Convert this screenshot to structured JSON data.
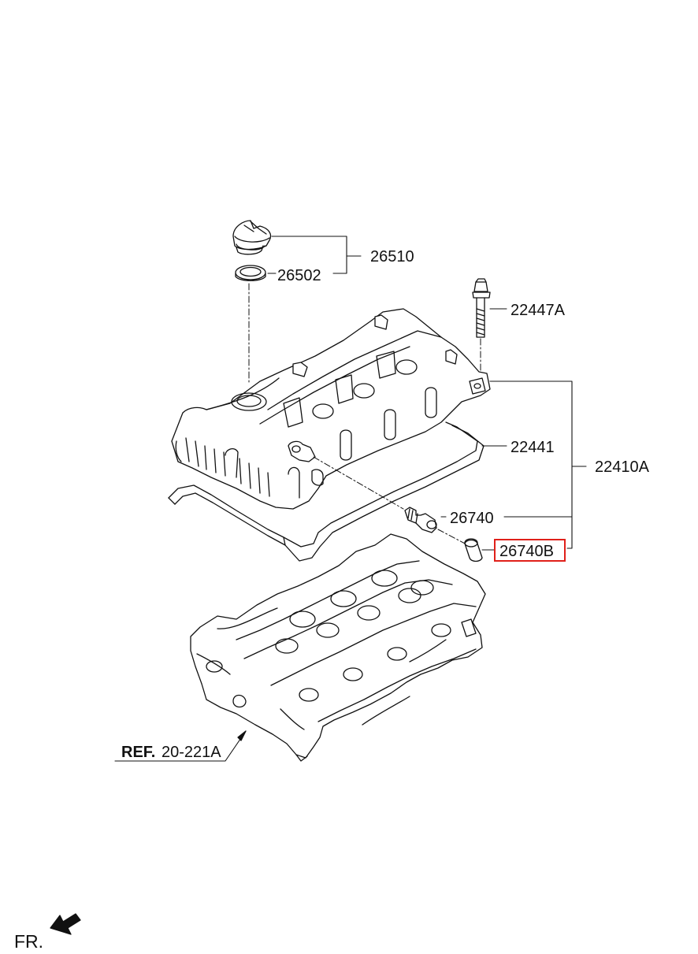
{
  "colors": {
    "line": "#111111",
    "highlight": "#e0201a",
    "background": "#ffffff"
  },
  "labels": {
    "p26510": "26510",
    "p26502": "26502",
    "p22447A": "22447A",
    "p22441": "22441",
    "p22410A": "22410A",
    "p26740": "26740",
    "p26740B": "26740B",
    "ref_prefix": "REF.",
    "ref_value": "20-221A",
    "front": "FR."
  },
  "highlighted_part": "26740B",
  "icons": {
    "front_arrow": "front-direction-arrow-icon"
  }
}
